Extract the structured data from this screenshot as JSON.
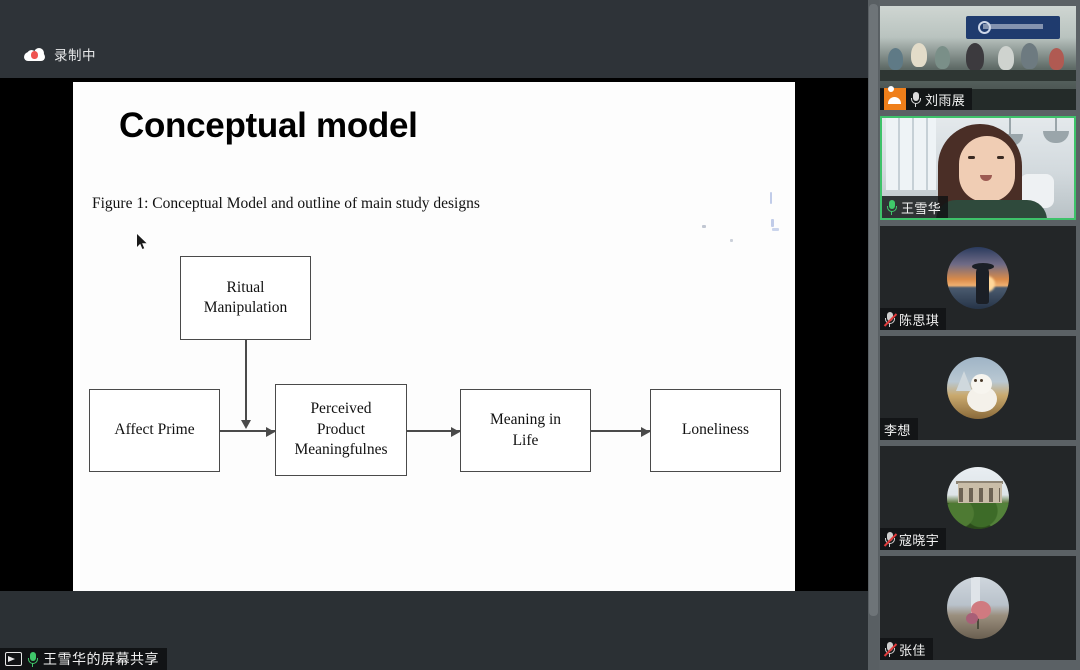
{
  "meeting": {
    "recording_label": "录制中",
    "recording_icon": "cloud-record-icon",
    "share_label": "王雪华的屏幕共享",
    "share_icon": "screen-share-icon",
    "share_mic_icon": "microphone-on-icon"
  },
  "slide": {
    "title": "Conceptual model",
    "caption": "Figure 1: Conceptual Model and outline of main study designs",
    "boxes": [
      {
        "id": "ritual",
        "label": "Ritual\nManipulation"
      },
      {
        "id": "affect",
        "label": "Affect Prime"
      },
      {
        "id": "perceived",
        "label": "Perceived\nProduct\nMeaningfulnes"
      },
      {
        "id": "meaning",
        "label": "Meaning in\nLife"
      },
      {
        "id": "loneliness",
        "label": "Loneliness"
      }
    ],
    "box_labels": {
      "ritual": "Ritual Manipulation",
      "affect": "Affect Prime",
      "perceived": "Perceived Product Meaningfulnes",
      "meaning": "Meaning in Life",
      "loneliness": "Loneliness"
    },
    "cursor_icon": "mouse-pointer-icon"
  },
  "participants": [
    {
      "name": "刘雨展",
      "mic": "unmuted",
      "mic_icon": "microphone-on-icon",
      "host_badge": true,
      "badge_icon": "person-icon",
      "video": true,
      "active_speaker": false
    },
    {
      "name": "王雪华",
      "mic": "unmuted",
      "mic_icon": "microphone-on-icon",
      "host_badge": false,
      "video": true,
      "active_speaker": true
    },
    {
      "name": "陈思琪",
      "mic": "muted",
      "mic_icon": "microphone-muted-icon",
      "host_badge": false,
      "video": false,
      "active_speaker": false
    },
    {
      "name": "李想",
      "mic": "none",
      "mic_icon": "",
      "host_badge": false,
      "video": false,
      "active_speaker": false
    },
    {
      "name": "寇晓宇",
      "mic": "muted",
      "mic_icon": "microphone-muted-icon",
      "host_badge": false,
      "video": false,
      "active_speaker": false
    },
    {
      "name": "张佳",
      "mic": "muted",
      "mic_icon": "microphone-muted-icon",
      "host_badge": false,
      "video": false,
      "active_speaker": false
    }
  ],
  "colors": {
    "active_speaker_border": "#3ec26a",
    "recording_dot": "#ef5350",
    "host_badge": "#ef7f1a",
    "mic_on": "#3fc86a",
    "mic_mute_slash": "#e23b3b",
    "sidebar_bg": "#5b6165",
    "chrome_bg": "#2e3338",
    "stage_bg": "#000000"
  }
}
